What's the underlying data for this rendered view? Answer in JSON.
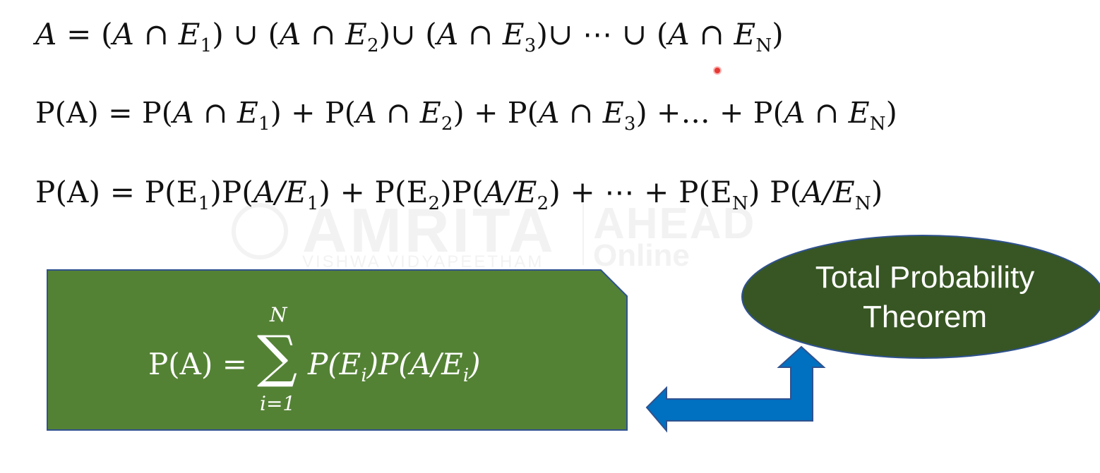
{
  "equations": {
    "line1": {
      "lhs": "A",
      "eq": "=",
      "open1": "(",
      "a1": "A",
      "cap1": "∩",
      "e1": "E",
      "s1": "1",
      "close1": ")",
      "cup1": "∪",
      "open2": "(",
      "a2": "A",
      "cap2": "∩",
      "e2": "E",
      "s2": "2",
      "close2": ")∪",
      "open3": "(",
      "a3": "A",
      "cap3": "∩",
      "e3": "E",
      "s3": "3",
      "close3": ")∪",
      "dots": "⋯",
      "cup4": "∪",
      "open4": "(",
      "a4": "A",
      "cap4": "∩",
      "e4": "E",
      "s4": "N",
      "close4": ")"
    },
    "line2": {
      "lhs": "P(A) = P(",
      "a1": "A",
      "cap1": "∩",
      "e1": "E",
      "s1": "1",
      "mid1": ") + P(",
      "a2": "A",
      "cap2": "∩",
      "e2": "E",
      "s2": "2",
      "mid2": ") + P(",
      "a3": "A",
      "cap3": "∩",
      "e3": "E",
      "s3": "3",
      "mid3": ") +… + P(",
      "a4": "A",
      "cap4": "∩",
      "e4": "E",
      "s4": "N",
      "end": ")"
    },
    "line3": {
      "lhs": "P(A) = P(E",
      "s1": "1",
      "p1": ")P(",
      "a1": "A/E",
      "s1b": "1",
      "mid1": ") + P(E",
      "s2": "2",
      "p2": ")P(",
      "a2": "A/E",
      "s2b": "2",
      "mid2": ") + ⋯ + P(E",
      "s3": "N",
      "p3": ") P(",
      "a3": "A/E",
      "s3b": "N",
      "end": ")"
    }
  },
  "formula_box": {
    "lhs": "P(A) =",
    "sigma": "∑",
    "upper": "N",
    "lower": "i=1",
    "rhs_p1": "P(E",
    "rhs_i1": "i",
    "rhs_p2": ")P(A/E",
    "rhs_i2": "i",
    "rhs_end": ")",
    "fill_color": "#548235",
    "border_color": "#2f528f"
  },
  "theorem": {
    "line1": "Total Probability",
    "line2": "Theorem",
    "fill_color": "#375623",
    "border_color": "#2f528f"
  },
  "arrow": {
    "fill_color": "#0070c0",
    "border_color": "#2f528f"
  },
  "watermark": {
    "word": "AMRITA",
    "sub": "VISHWA VIDYAPEETHAM",
    "word2": "AHEAD",
    "sub2": "Online"
  }
}
